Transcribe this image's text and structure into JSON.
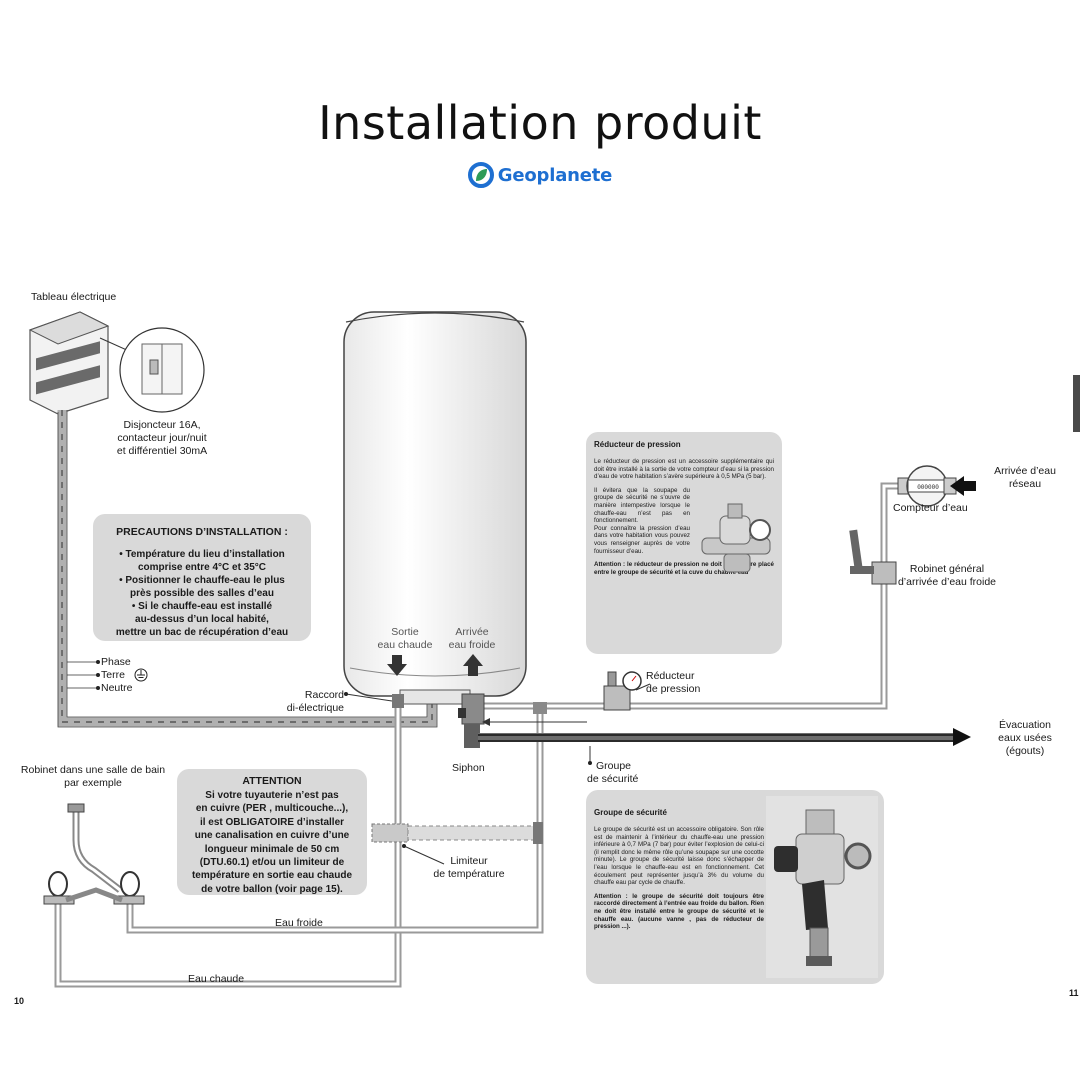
{
  "header": {
    "title": "Installation produit",
    "brand": "Geoplanete",
    "brand_color": "#1e6fd1",
    "brand_leaf_color": "#2e9b58"
  },
  "labels": {
    "tableau": "Tableau électrique",
    "disjoncteur": [
      "Disjoncteur 16A,",
      "contacteur jour/nuit",
      "et différentiel 30mA"
    ],
    "phase": "Phase",
    "terre": "Terre",
    "neutre": "Neutre",
    "raccord": [
      "Raccord",
      "di-électrique"
    ],
    "sortie": [
      "Sortie",
      "eau chaude"
    ],
    "arrivee": [
      "Arrivée",
      "eau froide"
    ],
    "siphon": "Siphon",
    "groupe": [
      "Groupe",
      "de sécurité"
    ],
    "reducteur": [
      "Réducteur",
      "de pression"
    ],
    "compteur": "Compteur d’eau",
    "arrivee_reseau": [
      "Arrivée d’eau",
      "réseau"
    ],
    "robinet_general": [
      "Robinet général",
      "d’arrivée d’eau froide"
    ],
    "evacuation": [
      "Évacuation",
      "eaux usées",
      "(égouts)"
    ],
    "robinet_bain": [
      "Robinet dans une salle de bain",
      "par exemple"
    ],
    "limiteur": [
      "Limiteur",
      "de température"
    ],
    "eau_froide": "Eau froide",
    "eau_chaude": "Eau chaude",
    "meter_digits": "000000"
  },
  "precautions": {
    "title": "PRECAUTIONS D’INSTALLATION :",
    "lines": [
      "• Température du lieu d’installation",
      "comprise entre 4°C et 35°C",
      "• Positionner le chauffe-eau le plus",
      "près possible des salles d’eau",
      "• Si le chauffe-eau est installé",
      "au-dessus d’un local habité,",
      "mettre un bac de récupération d’eau"
    ]
  },
  "attention": {
    "title": "ATTENTION",
    "lines": [
      "Si votre tuyauterie n’est pas",
      "en cuivre (PER , multicouche...),",
      "il est OBLIGATOIRE d’installer",
      "une canalisation en cuivre d’une",
      "longueur minimale de 50 cm",
      "(DTU.60.1) et/ou un limiteur de",
      "température en sortie eau chaude",
      "de votre ballon (voir page 15)."
    ]
  },
  "reducteur_box": {
    "title": "Réducteur de pression",
    "p1": "Le réducteur de pression est un accessoire supplémentaire qui doit être installé à la sortie de votre compteur d’eau si la pression d’eau de votre habitation s’avère supérieure à 0,5 MPa (5 bar).",
    "p2": "Il évitera que la soupape du groupe de sécurité ne s’ouvre de manière intempestive lorsque le chauffe-eau n’est pas en fonctionnement.",
    "p3": "Pour connaître la pression d’eau dans votre habitation vous pouvez vous renseigner auprès de votre fournisseur d’eau.",
    "warn": "Attention : le réducteur de pression ne doit jamais être placé entre le groupe de sécurité et la cuve du chauffe eau"
  },
  "groupe_box": {
    "title": "Groupe de sécurité",
    "p1": "Le groupe de sécurité est un accessoire obligatoire. Son rôle est de maintenir à l’intérieur du chauffe-eau une pression inférieure à 0,7 MPa (7 bar) pour éviter l’explosion de celui-ci (il remplit donc le même rôle qu’une soupape sur une cocotte minute). Le groupe de sécurité laisse donc s’échapper de l’eau lorsque le chauffe-eau est en fonctionnement. Cet écoulement peut représenter jusqu’à 3% du volume du chauffe eau par cycle de chauffe.",
    "warn": "Attention : le groupe de sécurité doit toujours être raccordé directement à l’entrée eau froide du ballon. Rien ne doit être installé entre le groupe de sécurité et le chauffe eau. (aucune vanne , pas de réducteur de pression ...)."
  },
  "pages": {
    "left": "10",
    "right": "11"
  }
}
